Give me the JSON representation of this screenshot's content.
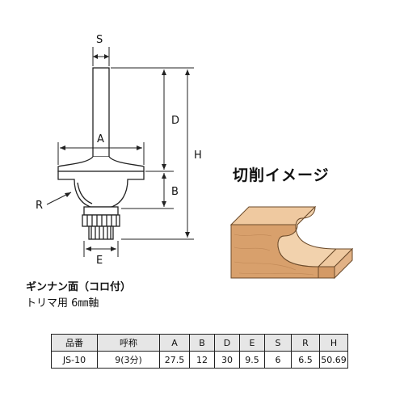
{
  "dimension_labels": {
    "S": "S",
    "D": "D",
    "A": "A",
    "H": "H",
    "B": "B",
    "R": "R",
    "E": "E"
  },
  "cut_image_title": "切削イメージ",
  "product": {
    "name": "ギンナン面（コロ付）",
    "subtitle": "トリマ用 6㎜軸"
  },
  "spec_table": {
    "headers": [
      "品番",
      "呼称",
      "A",
      "B",
      "D",
      "E",
      "S",
      "R",
      "H"
    ],
    "rows": [
      [
        "JS-10",
        "9(3分)",
        "27.5",
        "12",
        "30",
        "9.5",
        "6",
        "6.5",
        "50.69"
      ]
    ]
  },
  "colors": {
    "wood_face": "#e8b88a",
    "wood_side": "#d49a66",
    "bit_body": "#ffffff",
    "line": "#222222"
  }
}
